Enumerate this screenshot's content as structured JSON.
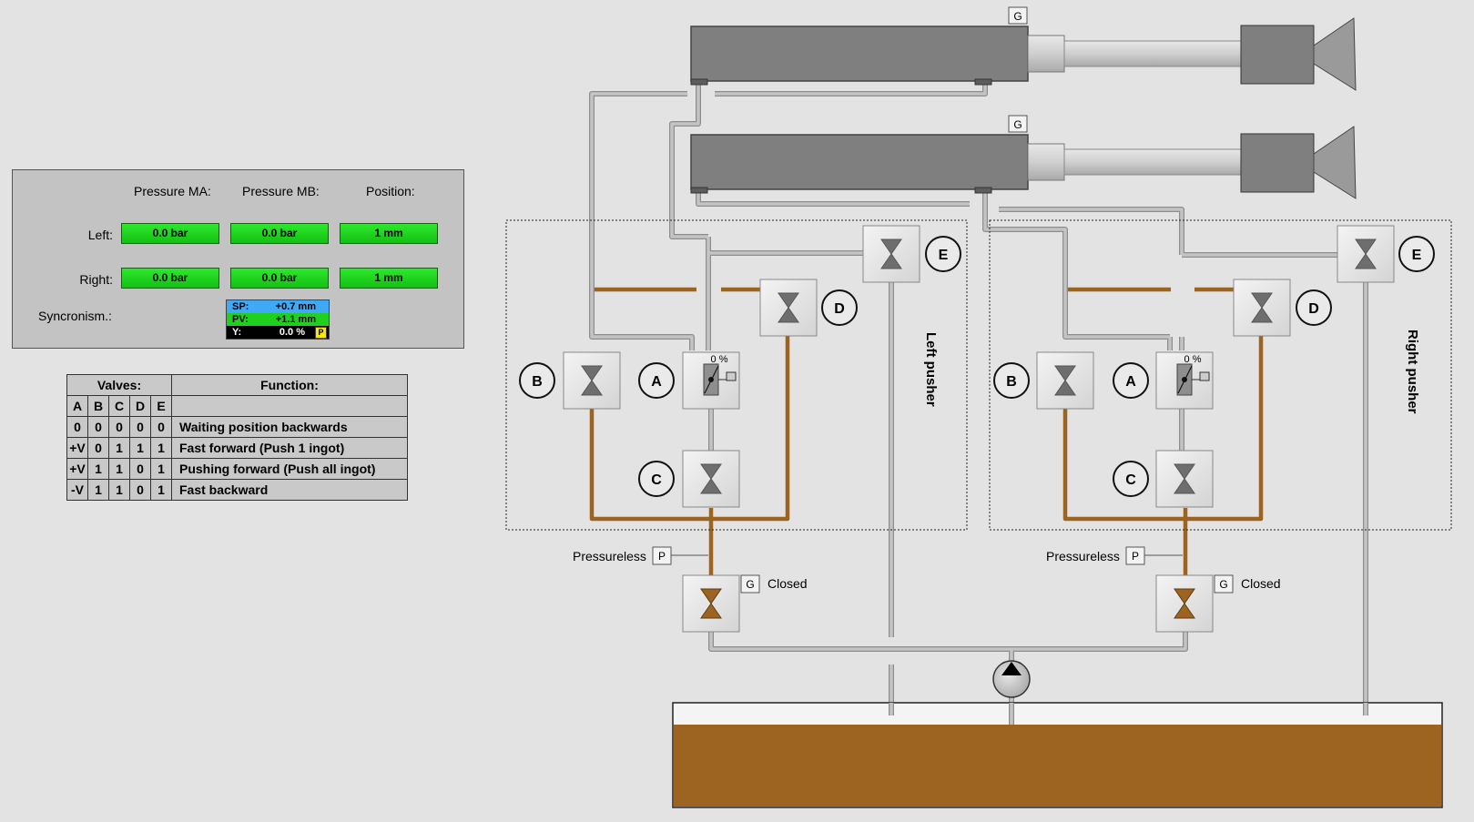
{
  "panel": {
    "headers": {
      "pressure_ma": "Pressure MA:",
      "pressure_mb": "Pressure MB:",
      "position": "Position:"
    },
    "rows": [
      {
        "label": "Left:",
        "pressure_ma": "0.0 bar",
        "pressure_mb": "0.0 bar",
        "position": "1 mm"
      },
      {
        "label": "Right:",
        "pressure_ma": "0.0 bar",
        "pressure_mb": "0.0 bar",
        "position": "1 mm"
      }
    ],
    "sync": {
      "label": "Syncronism.:",
      "sp_label": "SP:",
      "sp_value": "+0.7 mm",
      "pv_label": "PV:",
      "pv_value": "+1.1 mm",
      "y_label": "Y:",
      "y_value": "0.0 %",
      "p_badge": "P",
      "colors": {
        "sp": "#3fa9f5",
        "pv": "#1fd01f",
        "y": "#000000"
      }
    }
  },
  "valve_table": {
    "header_valves": "Valves:",
    "header_function": "Function:",
    "columns": [
      "A",
      "B",
      "C",
      "D",
      "E"
    ],
    "rows": [
      {
        "cells": [
          "0",
          "0",
          "0",
          "0",
          "0"
        ],
        "function": "Waiting position backwards"
      },
      {
        "cells": [
          "+V",
          "0",
          "1",
          "1",
          "1"
        ],
        "function": "Fast forward (Push 1 ingot)"
      },
      {
        "cells": [
          "+V",
          "1",
          "1",
          "0",
          "1"
        ],
        "function": "Pushing forward (Push all ingot)"
      },
      {
        "cells": [
          "-V",
          "1",
          "1",
          "0",
          "1"
        ],
        "function": "Fast backward"
      }
    ]
  },
  "diagram": {
    "cylinder_badge": "G",
    "left_group_title": "Left pusher",
    "right_group_title": "Right pusher",
    "valve_letters": {
      "a": "A",
      "b": "B",
      "c": "C",
      "d": "D",
      "e": "E"
    },
    "proportional_valve_text": "0 %",
    "pressureless_label": "Pressureless",
    "pressureless_badge": "P",
    "closed_label": "Closed",
    "closed_badge": "G",
    "icons": [
      "hydraulic-cylinder-icon",
      "valve-icon",
      "proportional-valve-icon",
      "pump-icon",
      "tank-icon"
    ],
    "colors": {
      "oil": "#9c6420",
      "pipe": "#b8b8b8",
      "cylinder": "#7f7f7f",
      "active_valve": "#9c6420"
    }
  }
}
